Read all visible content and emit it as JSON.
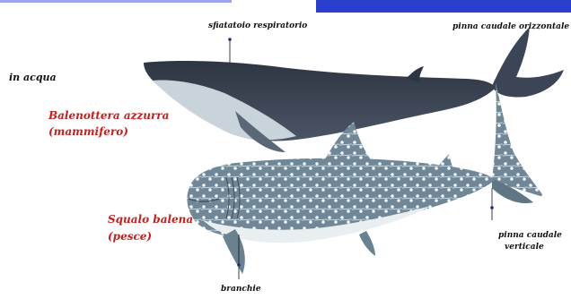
{
  "labels": {
    "blowhole": "sfiatatoio respiratorio",
    "horizontal_fin": "pinna caudale orizzontale",
    "in_water": "in acqua",
    "blue_whale_name": "Balenottera azzurra",
    "blue_whale_class": "(mammifero)",
    "whale_shark_name": "Squalo balena",
    "whale_shark_class": "(pesce)",
    "vertical_fin_1": "pinna caudale",
    "vertical_fin_2": "verticale",
    "gills": "branchie"
  },
  "colors": {
    "whale_body": "#3a4352",
    "whale_belly": "#c9d3da",
    "shark_body": "#6f8796",
    "shark_belly": "#e9eef0",
    "shark_spots": "#f2f6f8",
    "red_text": "#c41e1e",
    "header_bar": "#2b3fcf"
  }
}
